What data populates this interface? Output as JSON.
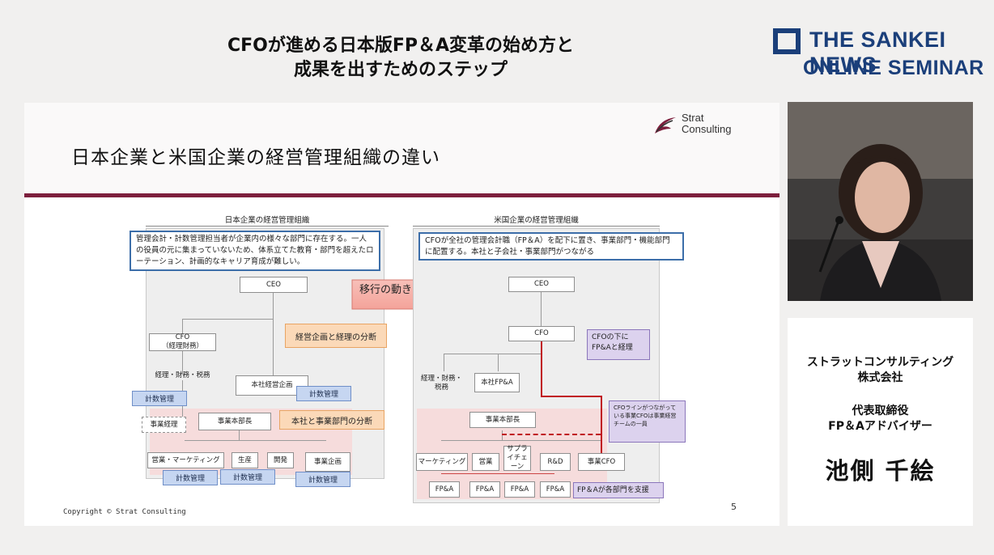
{
  "seminar_title": {
    "line1": "CFOが進める日本版FP＆A変革の始め方と",
    "line2": "成果を出すためのステップ"
  },
  "brand": {
    "line1": "THE SANKEI NEWS",
    "line2": "ONLINE SEMINAR",
    "color": "#1b3f7a"
  },
  "slide": {
    "title": "日本企業と米国企業の経営管理組織の違い",
    "consulting_logo": {
      "line1": "Strat",
      "line2": "Consulting"
    },
    "accent_color": "#7d1f3d",
    "copyright": "Copyright © Strat Consulting",
    "page_number": "5",
    "migration_arrow": "移行の動き",
    "japan": {
      "label": "日本企業の経営管理組織",
      "description": "管理会計・計数管理担当者が企業内の様々な部門に存在する。一人の役員の元に集まっていないため、体系立てた教育・部門を超えたローテーション、計画的なキャリア育成が難しい。",
      "ceo": "CEO",
      "cfo_line1": "CFO",
      "cfo_line2": "（経理財務）",
      "accounting": "経理・財務・税務",
      "hq_planning": "本社経営企画",
      "division_head": "事業本部長",
      "division_accounting": "事業経理",
      "units": [
        "営業・マーケティング",
        "生産",
        "開発",
        "事業企画"
      ],
      "kpi_label": "計数管理",
      "note_split1": "経営企画と経理の分断",
      "note_split2": "本社と事業部門の分断"
    },
    "us": {
      "label": "米国企業の経営管理組織",
      "description": "CFOが全社の管理会計職（FP＆A）を配下に置き、事業部門・機能部門に配置する。本社と子会社・事業部門がつながる",
      "ceo": "CEO",
      "cfo": "CFO",
      "accounting": "経理・財務・税務",
      "hq_fpa": "本社FP&A",
      "division_head": "事業本部長",
      "units": [
        "マーケティング",
        "営業",
        "サプライチェーン",
        "R&D",
        "事業CFO"
      ],
      "fpa_label": "FP&A",
      "note_under_cfo": "CFOの下にFP&Aと経理",
      "note_cfo_line": "CFOラインがつながっている事業CFOは事業経営チームの一員",
      "note_support": "FP＆Aが各部門を支援"
    }
  },
  "speaker": {
    "company": "ストラットコンサルティング株式会社",
    "company_line1": "ストラットコンサルティング",
    "company_line2": "株式会社",
    "role_line1": "代表取締役",
    "role_line2": "FP＆Aアドバイザー",
    "name": "池側 千絵"
  }
}
